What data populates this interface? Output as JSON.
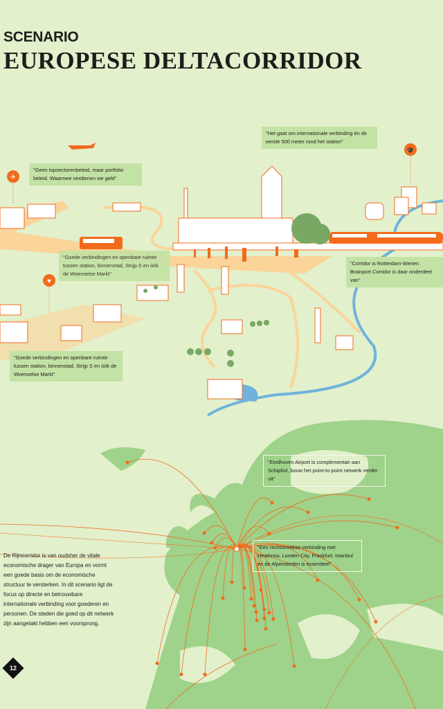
{
  "header": {
    "kicker": "SCENARIO",
    "title": "EUROPESE DELTACORRIDOR"
  },
  "callouts": [
    {
      "text": "\"Het gaat om internationale verbinding én de eerste 500 meter rond het station\""
    },
    {
      "text": "\"Geen topsectorenbeleid, maar portfolio beleid. Waarmee verdienen we geld\""
    },
    {
      "text": "\"Goede verbindingen en openbare ruimte tussen station, binnenstad, Strijp S en óók de Woenselse Markt\""
    },
    {
      "text": "\"Corridor is Rotterdam-Wenen. Brainport Corridor is daar onderdeel van\""
    },
    {
      "text": "\"Goede verbindingen en openbare ruimte tussen station, binnenstad, Strijp S en óók de Woenselse Markt\""
    },
    {
      "text": "\"Eindhoven Airport is complementair aan Schiphol, bouw het point-to-point netwerk verder uit\""
    },
    {
      "text": "\"Een rechtstreekse verbinding met Heathrow, Londen City, Frankfurt, Istanbul en de Alpensteden is essentieel\""
    }
  ],
  "body": "De Rijncorridor is van oudsher de vitale economische drager van Europa en vormt een goede basis om de economische structuur te versterken. In dit scenario ligt de focus op directe en betrouwbare internationale verbinding voor goederen en personen. De steden die goed op dit netwerk zijn aangetakt hebben een voorsprong.",
  "page_number": "12",
  "colors": {
    "background": "#e2f0cc",
    "accent": "#f26b1d",
    "map": "#9fd28a",
    "callout": "#c3e2a5",
    "water": "#6fb3dc",
    "path": "#fbd49a"
  }
}
